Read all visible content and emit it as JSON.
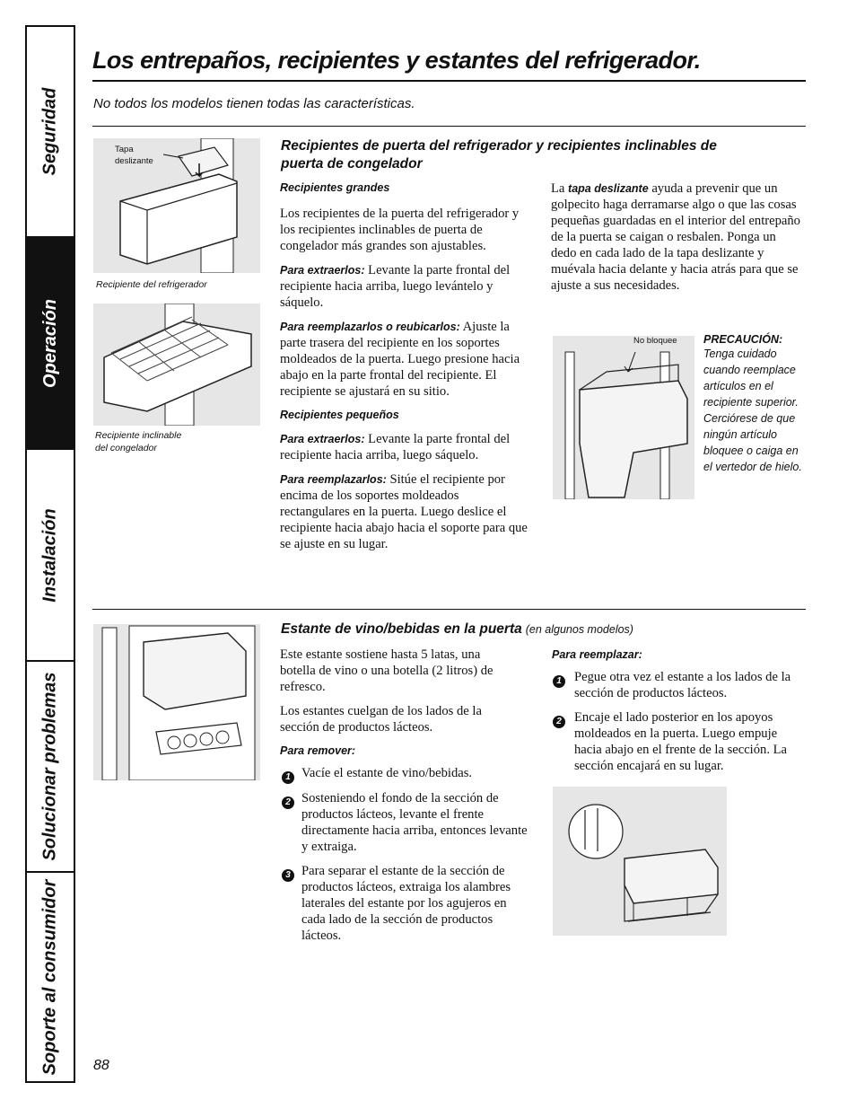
{
  "sidebar": {
    "tabs": [
      {
        "label": "Seguridad"
      },
      {
        "label": "Operación"
      },
      {
        "label": "Instalación"
      },
      {
        "label": "Solucionar problemas"
      },
      {
        "label": "Soporte al consumidor"
      }
    ]
  },
  "header": {
    "title": "Los entrepaños, recipientes y estantes del refrigerador.",
    "subtitle": "No todos los modelos tienen todas las características."
  },
  "section1": {
    "heading": "Recipientes de puerta del refrigerador y recipientes inclinables de puerta de congelador",
    "img1": {
      "label_line1": "Tapa",
      "label_line2": "deslizante",
      "caption": "Recipiente del refrigerador"
    },
    "img2": {
      "caption_line1": "Recipiente inclinable",
      "caption_line2": "del congelador"
    },
    "large_heading": "Recipientes grandes",
    "large_text": "Los recipientes de la puerta del refrigerador y los recipientes inclinables de puerta de congelador más grandes son ajustables.",
    "remove_lead": "Para extraerlos:",
    "remove_text": " Levante la parte frontal del recipiente hacia arriba, luego levántelo y sáquelo.",
    "replace_lead": "Para reemplazarlos o reubicarlos:",
    "replace_text": " Ajuste la parte trasera del recipiente en los soportes moldeados de la puerta. Luego presione hacia abajo en la parte frontal del recipiente. El recipiente se ajustará en su sitio.",
    "small_heading": "Recipientes pequeños",
    "small_remove_lead": "Para extraerlos:",
    "small_remove_text": " Levante la parte frontal del recipiente hacia arriba, luego sáquelo.",
    "small_replace_lead": "Para reemplazarlos:",
    "small_replace_text": " Sitúe el recipiente por encima de los soportes moldeados rectangulares en la puerta. Luego deslice el recipiente hacia abajo hacia el soporte para que se ajuste en su lugar.",
    "lid_pre": "La ",
    "lid_lead": "tapa deslizante",
    "lid_text": " ayuda a prevenir que un golpecito haga derramarse algo o que las cosas pequeñas guardadas en el interior del entrepaño de la puerta se caigan o resbalen. Ponga un dedo en cada lado de la tapa deslizante y muévala hacia delante y hacia atrás para que se ajuste a sus necesidades.",
    "img3_label": "No bloquee",
    "caution_heading": "PRECAUCIÓN:",
    "caution_text": "Tenga cuidado cuando reemplace artículos en el recipiente superior. Cerciórese de que ningún artículo bloquee o caiga en el vertedor de hielo."
  },
  "section2": {
    "heading": "Estante de vino/bebidas en la puerta",
    "heading_note": "(en algunos modelos)",
    "p1": "Este estante sostiene hasta 5 latas, una botella de vino o una botella (2 litros) de refresco.",
    "p2": "Los estantes cuelgan de los lados de la sección de productos lácteos.",
    "remove_heading": "Para remover:",
    "remove_steps": [
      {
        "n": "1",
        "text": "Vacíe el estante de vino/bebidas."
      },
      {
        "n": "2",
        "text": "Sosteniendo el fondo de la sección de productos lácteos, levante el frente directamente hacia arriba, entonces levante y extraiga."
      },
      {
        "n": "3",
        "text": "Para separar el estante de la sección de productos lácteos, extraiga los alambres laterales del estante por los agujeros en cada lado de la sección de productos lácteos."
      }
    ],
    "replace_heading": "Para reemplazar:",
    "replace_steps": [
      {
        "n": "1",
        "text": "Pegue otra vez el estante a los lados de la sección de productos lácteos."
      },
      {
        "n": "2",
        "text": "Encaje el lado posterior en los apoyos moldeados en la puerta. Luego empuje hacia abajo en el frente de la sección. La sección encajará en su lugar."
      }
    ]
  },
  "footer": {
    "page_number": "88"
  }
}
